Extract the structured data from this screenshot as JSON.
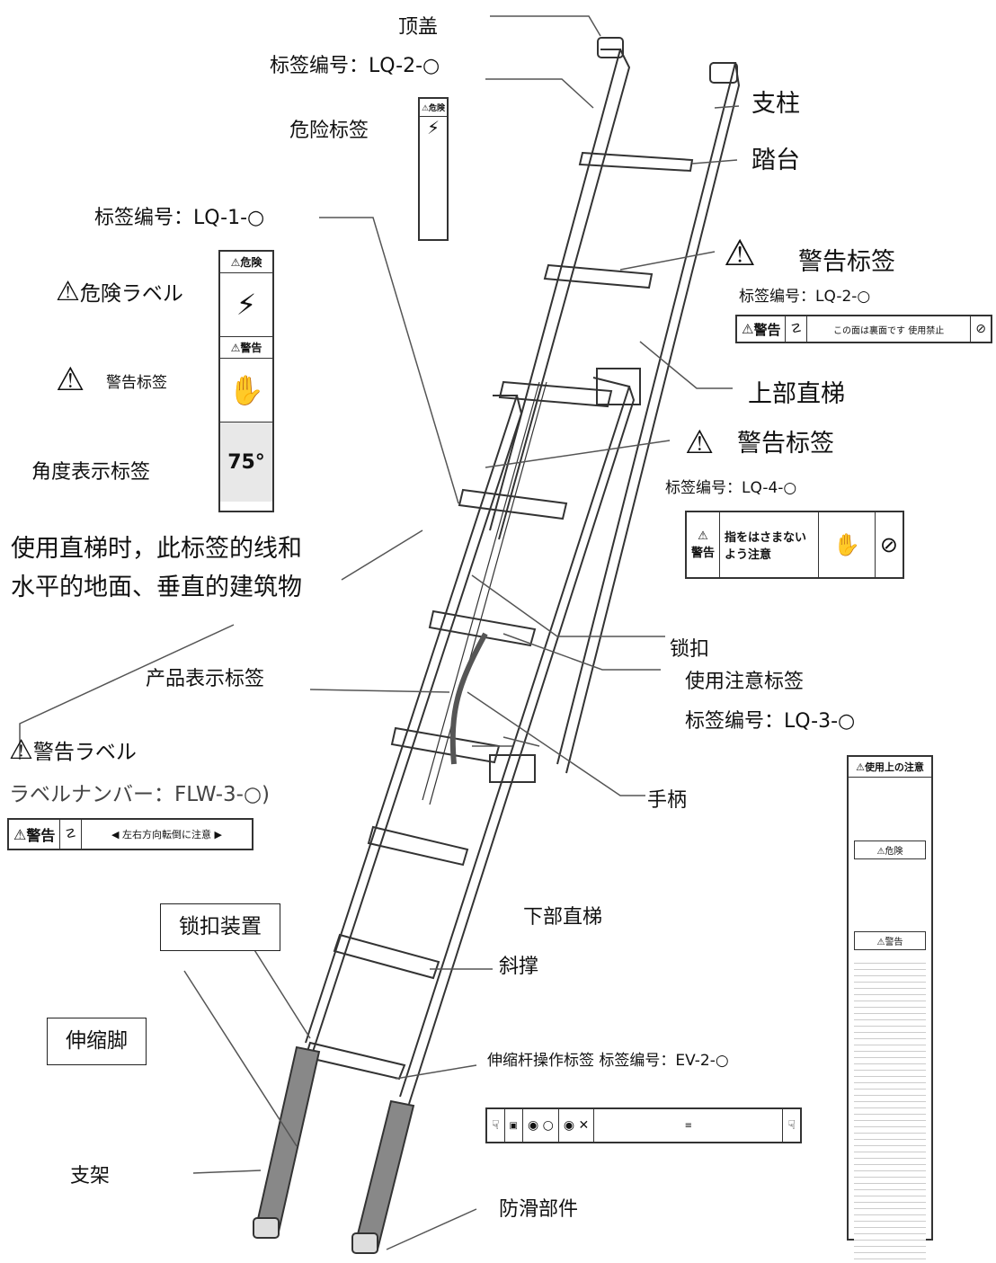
{
  "labels": {
    "top_cap": "顶盖",
    "label_no_lq2_top": "标签编号：LQ-2-○",
    "danger_label": "危险标签",
    "label_no_lq1": "标签编号：LQ-1-○",
    "post": "支柱",
    "step": "踏台",
    "warning_label_1": "警告标签",
    "label_no_lq2_right": "标签编号：LQ-2-○",
    "upper_ladder": "上部直梯",
    "warning_label_2": "警告标签",
    "label_no_lq4": "标签编号：LQ-4-○",
    "warning_label_left": "警告标签",
    "angle_label": "角度表示标签",
    "angle_note_line1": "使用直梯时，此标签的线和",
    "angle_note_line2": "水平的地面、垂直的建筑物",
    "lock": "锁扣",
    "usage_caution_label": "使用注意标签",
    "label_no_lq3": "标签编号：LQ-3-○",
    "product_label": "产品表示标签",
    "handle": "手柄",
    "lower_ladder": "下部直梯",
    "lock_device": "锁扣装置",
    "brace": "斜撑",
    "telescopic_leg": "伸缩脚",
    "telescopic_op_label": "伸缩杆操作标签  标签编号：EV-2-○",
    "support": "支架",
    "anti_slip": "防滑部件"
  },
  "jp_labels": {
    "danger_label_jp": "危険ラベル",
    "warning_label_jp": "警告ラベル",
    "label_number_jp": "ラベルナンバー：FLW-3-○)"
  },
  "signs": {
    "warning_word": "警告",
    "danger_word": "危険",
    "lq2_text": "この面は裏面です 使用禁止",
    "flw3_text": "左右方向転倒に注意",
    "lq4_line1": "指をはさまない",
    "lq4_line2": "よう注意",
    "lq3_header": "使用上の注意",
    "angle_value": "75°"
  },
  "colors": {
    "line": "#555555",
    "ladder": "#333333",
    "text": "#111111"
  }
}
